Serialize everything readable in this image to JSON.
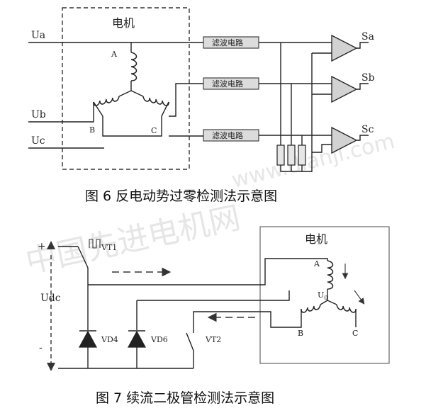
{
  "figure6": {
    "motor_label": "电机",
    "input_a": "Ua",
    "input_b": "Ub",
    "input_c": "Uc",
    "node_a": "A",
    "node_b": "B",
    "node_c": "C",
    "filter_label": "滤波电路",
    "output_a": "Sa",
    "output_b": "Sb",
    "output_c": "Sc",
    "caption": "图 6 反电动势过零检测法示意图"
  },
  "figure7": {
    "motor_label": "电机",
    "plus_sign": "+",
    "minus_sign": "-",
    "supply_label": "Udc",
    "switch1_label": "VT1",
    "switch2_label": "VT2",
    "diode4_label": "VD4",
    "diode6_label": "VD6",
    "node_a": "A",
    "node_b": "B",
    "node_c": "C",
    "neutral_label": "U",
    "neutral_sub": "0",
    "caption": "图 7 续流二极管检测法示意图"
  },
  "watermark": {
    "text_cn": "中国先进电机网",
    "text_url": "www.dianji.com"
  }
}
